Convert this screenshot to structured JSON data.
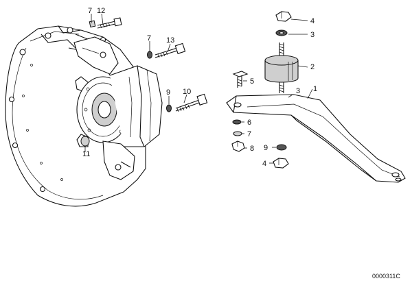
{
  "diagram": {
    "callouts": {
      "c_7_top": "7",
      "c_12": "12",
      "c_7_mid": "7",
      "c_13": "13",
      "c_9_left": "9",
      "c_10": "10",
      "c_11": "11",
      "c_4_top": "4",
      "c_3_top": "3",
      "c_2": "2",
      "c_5": "5",
      "c_3_mid": "3",
      "c_1": "1",
      "c_6": "6",
      "c_7_right": "7",
      "c_8": "8",
      "c_9_right": "9",
      "c_4_bottom": "4"
    },
    "drawing_number": "0000311C"
  }
}
